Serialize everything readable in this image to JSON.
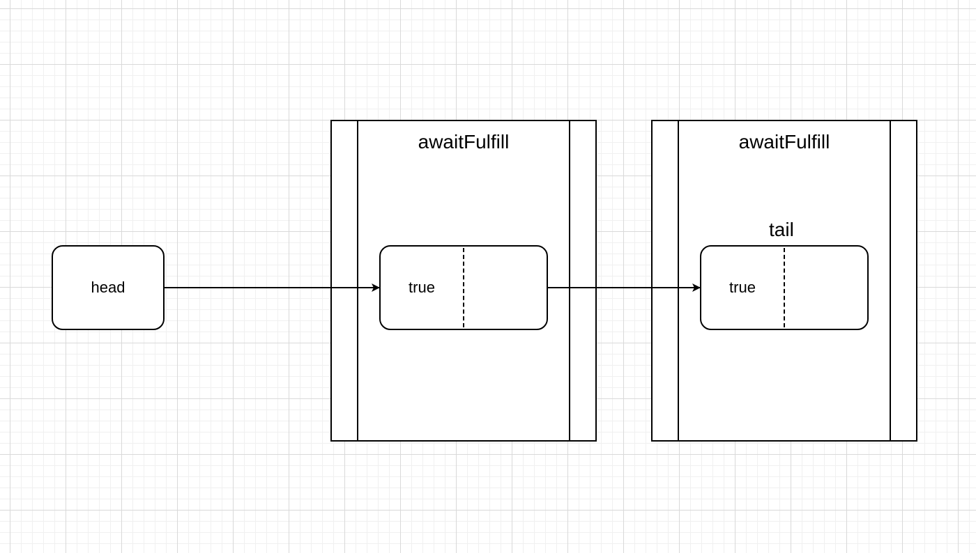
{
  "diagram": {
    "head": {
      "label": "head"
    },
    "processes": [
      {
        "title": "awaitFulfill",
        "node": {
          "value": "true",
          "next": ""
        }
      },
      {
        "title": "awaitFulfill",
        "pointer_label": "tail",
        "node": {
          "value": "true",
          "next": ""
        }
      }
    ]
  }
}
